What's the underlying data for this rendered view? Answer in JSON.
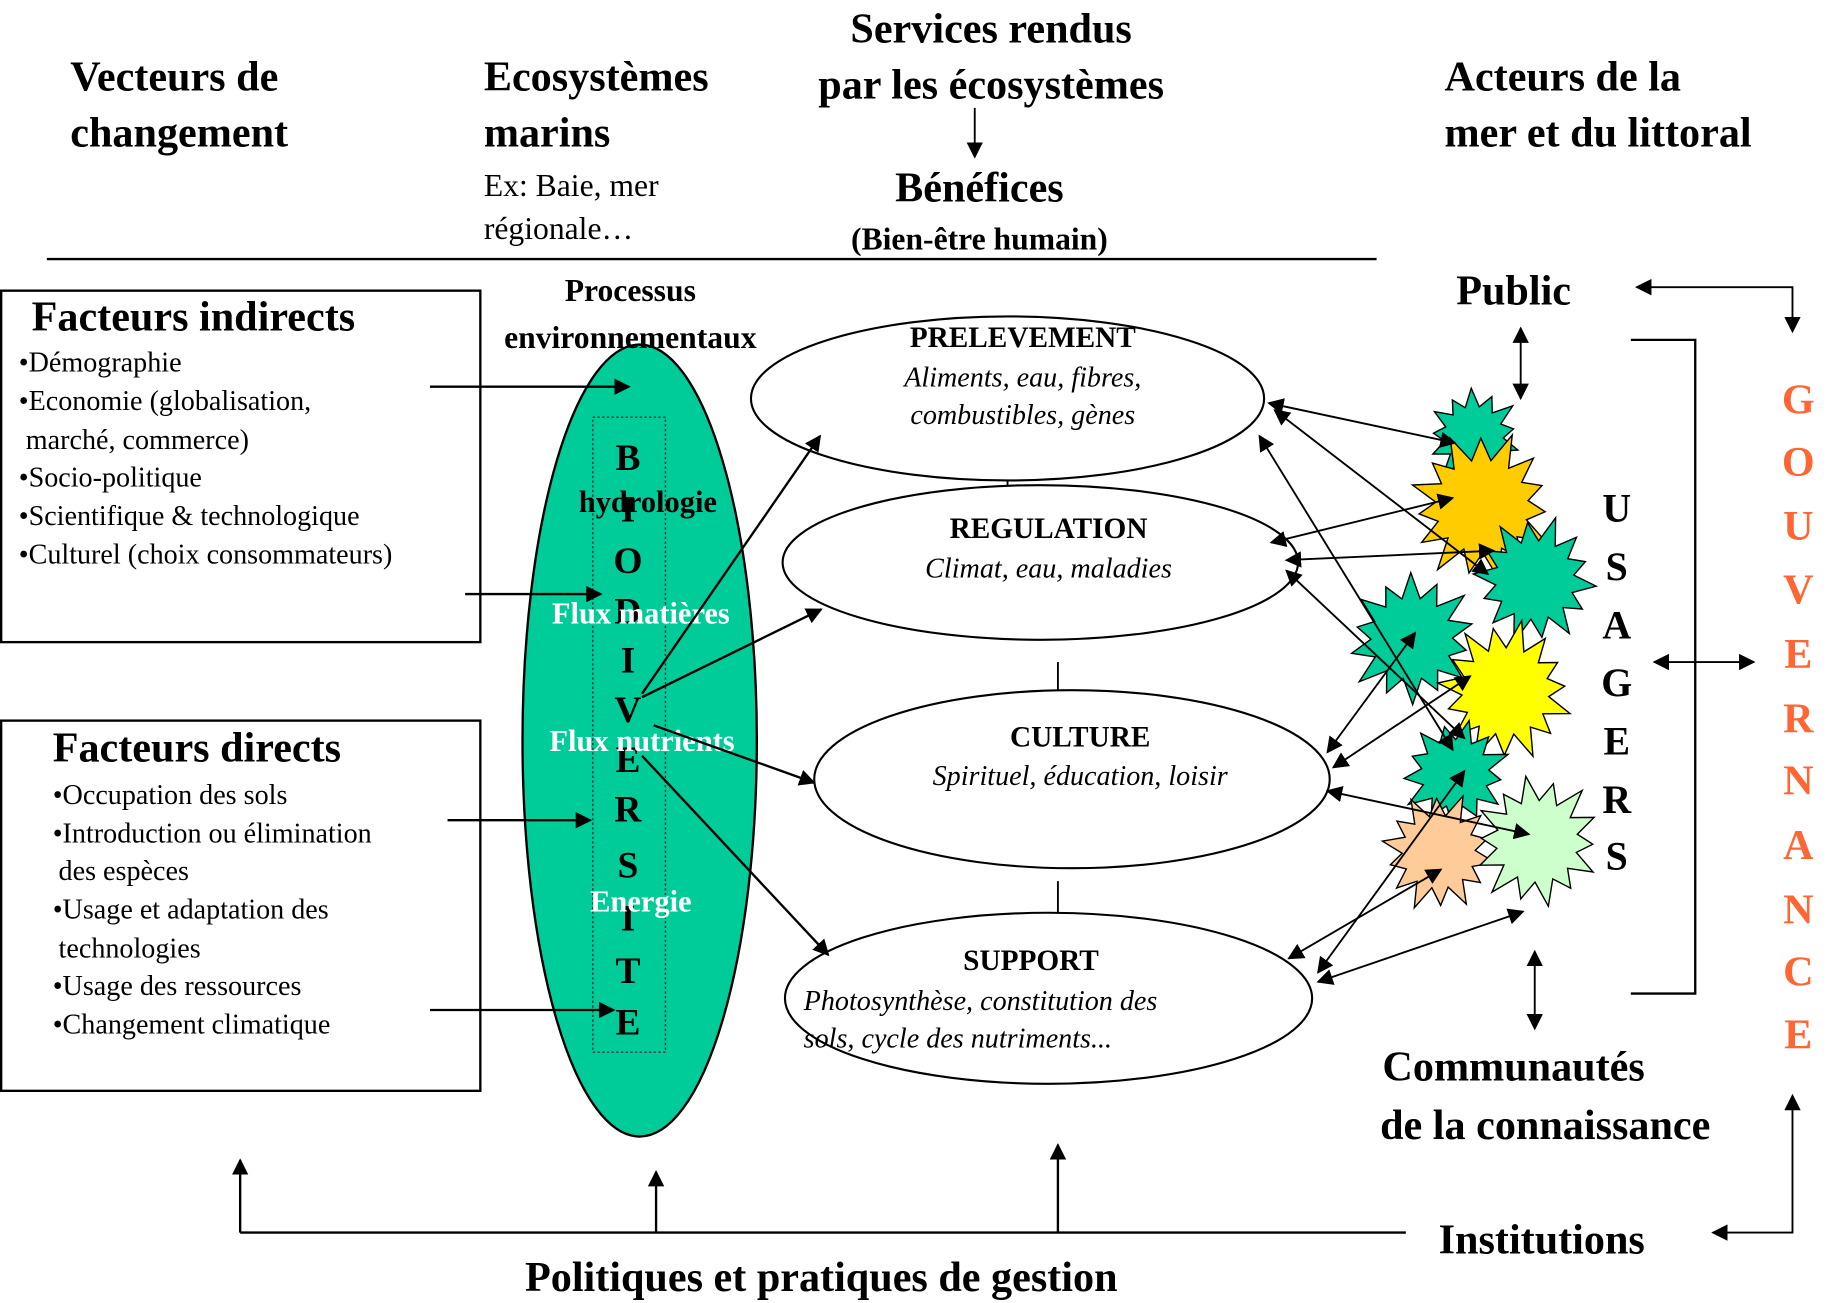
{
  "headers": {
    "vecteurs": [
      "Vecteurs de",
      "changement"
    ],
    "ecosystemes": [
      "Ecosystèmes",
      "marins"
    ],
    "ecosystemes_exemple": [
      "Ex: Baie, mer",
      "régionale…"
    ],
    "services": [
      "Services rendus",
      "par les écosystèmes"
    ],
    "benefices": "Bénéfices",
    "bien_etre": "(Bien-être humain)",
    "acteurs": [
      "Acteurs de la",
      "mer et du littoral"
    ]
  },
  "facteurs_indirects": {
    "title": "Facteurs indirects",
    "items": [
      "•Démographie",
      "•Economie (globalisation,",
      "marché, commerce)",
      "•Socio-politique",
      "•Scientifique & technologique",
      "•Culturel (choix consommateurs)"
    ]
  },
  "facteurs_directs": {
    "title": "Facteurs directs",
    "items": [
      "•Occupation des sols",
      "•Introduction ou élimination",
      "des espèces",
      "•Usage et adaptation des",
      "technologies",
      "•Usage des ressources",
      "•Changement climatique"
    ]
  },
  "ecosysteme": {
    "processus": [
      "Processus",
      "environnementaux"
    ],
    "biodiversite": [
      "B",
      "I",
      "O",
      "D",
      "I",
      "V",
      "E",
      "R",
      "S",
      "I",
      "T",
      "E"
    ],
    "flux": [
      "hydrologie",
      "Flux matières",
      "Flux nutrients",
      "Energie"
    ]
  },
  "services": [
    {
      "title": "PRELEVEMENT",
      "lines": [
        "Aliments, eau, fibres,",
        "combustibles, gènes"
      ]
    },
    {
      "title": "REGULATION",
      "lines": [
        "Climat, eau, maladies"
      ]
    },
    {
      "title": "CULTURE",
      "lines": [
        "Spirituel, éducation, loisir"
      ]
    },
    {
      "title": "SUPPORT",
      "lines": [
        "Photosynthèse, constitution des",
        "sols, cycle des nutriments..."
      ]
    }
  ],
  "acteurs": {
    "public": "Public",
    "usagers": [
      "U",
      "S",
      "A",
      "G",
      "E",
      "R",
      "S"
    ],
    "communautes": [
      "Communautés",
      "de la connaissance"
    ],
    "institutions": "Institutions",
    "gouvernance": [
      "G",
      "O",
      "U",
      "V",
      "E",
      "R",
      "N",
      "A",
      "N",
      "C",
      "E"
    ]
  },
  "gestion": "Politiques et pratiques de gestion",
  "colors": {
    "ecosystem_fill": "#00CC99",
    "flow_text": "#FFFFFF",
    "gouvernance": "#FF6633",
    "star_teal": "#00CC99",
    "star_gold": "#FFCC00",
    "star_yellow": "#FFFF00",
    "star_peach": "#FFCC99",
    "star_lightgreen": "#CCFFCC"
  }
}
